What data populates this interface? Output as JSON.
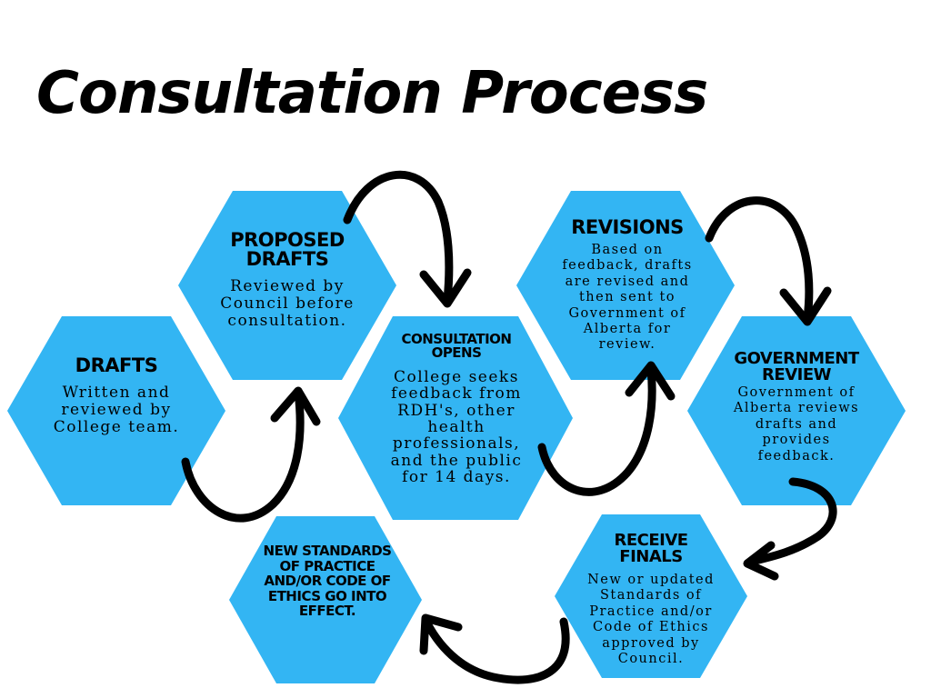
{
  "title": "Consultation Process",
  "colors": {
    "hexagon": "#33b5f3",
    "text": "#000000",
    "arrow": "#000000"
  },
  "steps": [
    {
      "id": "drafts",
      "heading": "DRAFTS",
      "body": "Written and reviewed by College team."
    },
    {
      "id": "proposed-drafts",
      "heading": "PROPOSED DRAFTS",
      "body": "Reviewed by Council before consultation."
    },
    {
      "id": "consultation-opens",
      "heading": "CONSULTATION OPENS",
      "body": "College seeks feedback from RDH's, other health professionals, and the public for 14 days."
    },
    {
      "id": "revisions",
      "heading": "REVISIONS",
      "body": "Based on feedback, drafts are revised and then sent to Government of Alberta for review."
    },
    {
      "id": "government-review",
      "heading": "GOVERNMENT REVIEW",
      "body": "Government of Alberta reviews drafts and provides feedback."
    },
    {
      "id": "receive-finals",
      "heading": "RECEIVE FINALS",
      "body": "New or updated Standards of Practice and/or Code of Ethics approved by Council."
    },
    {
      "id": "new-standards",
      "heading": "NEW STANDARDS OF PRACTICE AND/OR CODE OF ETHICS GO INTO EFFECT.",
      "body": ""
    }
  ]
}
